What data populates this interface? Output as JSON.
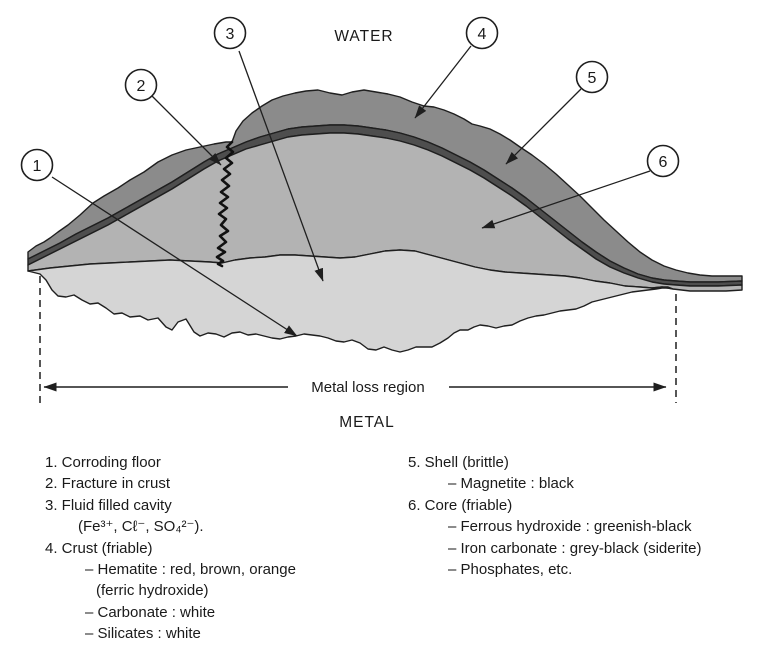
{
  "diagram": {
    "water_label": "WATER",
    "metal_label": "METAL",
    "metal_loss_label": "Metal loss region",
    "callouts": [
      "1",
      "2",
      "3",
      "4",
      "5",
      "6"
    ],
    "regions": {
      "crust": "Crust (friable)",
      "shell": "Shell (brittle)",
      "core": "Core (friable)",
      "cavity": "Fluid filled cavity",
      "fracture": "Fracture in crust",
      "floor": "Corroding floor"
    },
    "colors": {
      "crust": "#8b8b8b",
      "shell": "#4e4e4e",
      "core": "#b3b3b3",
      "cavity": "#d5d5d5",
      "outline": "#1f1f1f"
    }
  },
  "legend": {
    "left": [
      "1. Corroding floor",
      "2. Fracture in crust",
      "3. Fluid filled cavity",
      "(Fe³⁺, Cℓ⁻, SO₄²⁻).",
      "4. Crust (friable)",
      "– Hematite : red, brown, orange",
      "(ferric hydroxide)",
      "– Carbonate : white",
      "– Silicates : white"
    ],
    "right": [
      "5. Shell (brittle)",
      "– Magnetite : black",
      "6. Core (friable)",
      "– Ferrous hydroxide : greenish-black",
      "– Iron carbonate : grey-black (siderite)",
      "– Phosphates, etc."
    ]
  }
}
